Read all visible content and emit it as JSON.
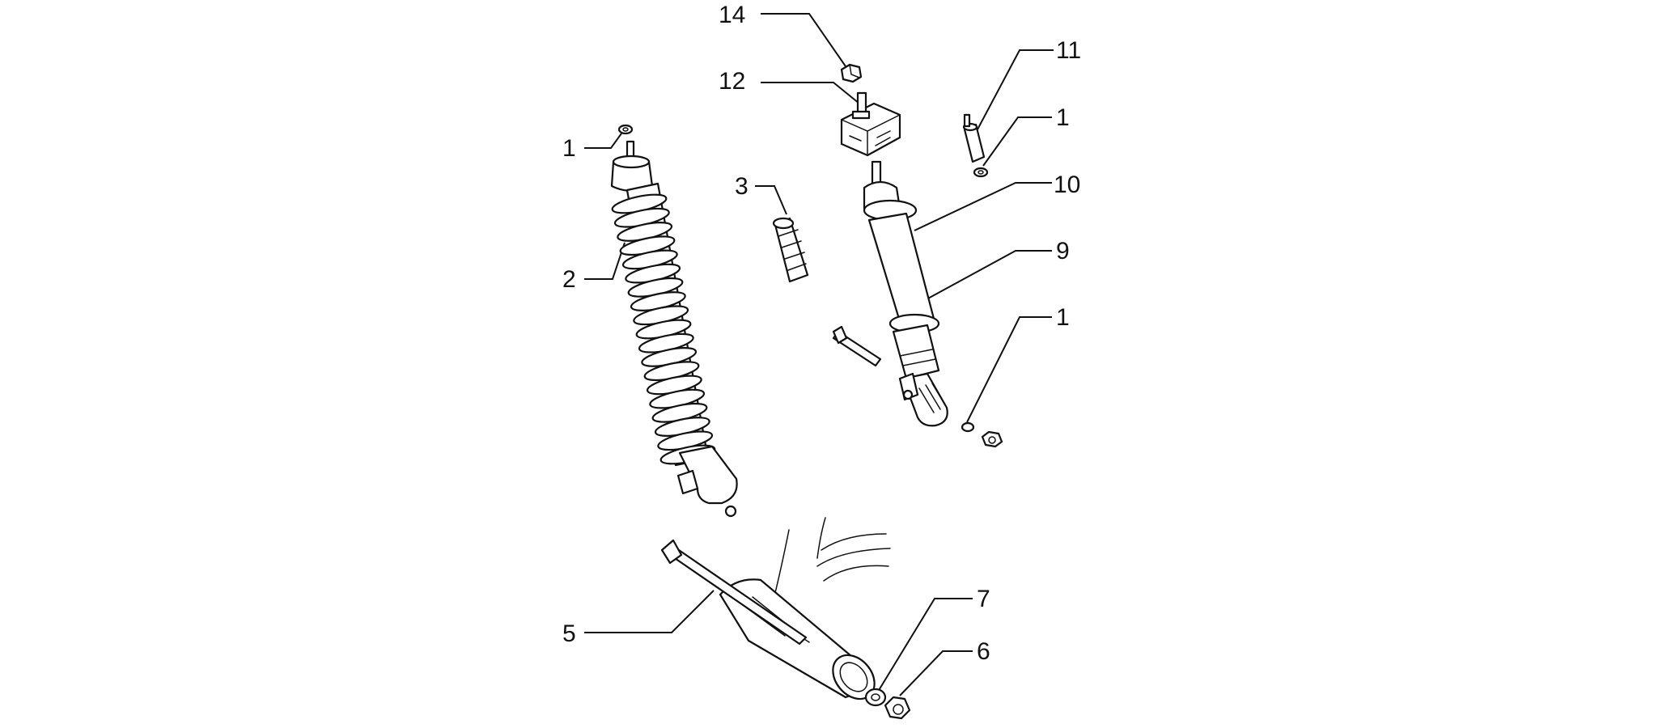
{
  "callouts": [
    {
      "id": "c14",
      "text": "14"
    },
    {
      "id": "c12",
      "text": "12"
    },
    {
      "id": "c11",
      "text": "11"
    },
    {
      "id": "c1a",
      "text": "1"
    },
    {
      "id": "c1b",
      "text": "1"
    },
    {
      "id": "c10",
      "text": "10"
    },
    {
      "id": "c3",
      "text": "3"
    },
    {
      "id": "c2",
      "text": "2"
    },
    {
      "id": "c9",
      "text": "9"
    },
    {
      "id": "c1c",
      "text": "1"
    },
    {
      "id": "c5",
      "text": "5"
    },
    {
      "id": "c7",
      "text": "7"
    },
    {
      "id": "c6",
      "text": "6"
    }
  ]
}
